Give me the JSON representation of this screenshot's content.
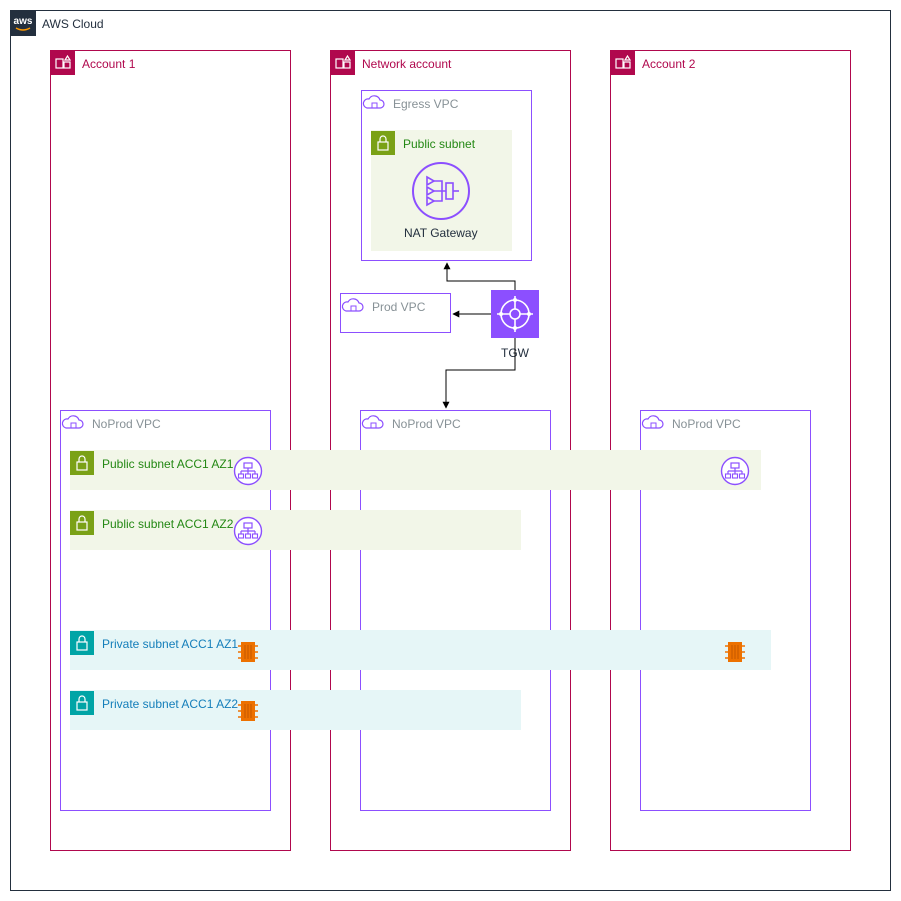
{
  "cloud": {
    "label": "AWS Cloud",
    "logo_text": "aws"
  },
  "accounts": {
    "account1": "Account 1",
    "network": "Network account",
    "account2": "Account 2"
  },
  "vpcs": {
    "egress": "Egress VPC",
    "prod": "Prod VPC",
    "noprod_acc1": "NoProd VPC",
    "noprod_net": "NoProd VPC",
    "noprod_acc2": "NoProd VPC"
  },
  "subnets": {
    "egress_public": "Public subnet",
    "pub_az1": "Public subnet ACC1 AZ1",
    "pub_az2": "Public subnet ACC1 AZ2",
    "priv_az1": "Private subnet ACC1 AZ1",
    "priv_az2": "Private subnet ACC1 AZ2"
  },
  "services": {
    "nat_gateway": "NAT Gateway",
    "tgw": "TGW"
  },
  "colors": {
    "cloud_border": "#232f3e",
    "account_accent": "#b0084d",
    "vpc_accent": "#8c4fff",
    "public_subnet_accent": "#7aa116",
    "private_subnet_accent": "#00a4a6",
    "ec2_orange": "#ed7100"
  }
}
